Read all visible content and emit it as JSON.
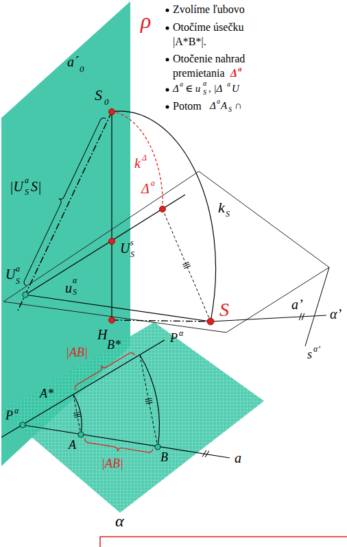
{
  "diagram": {
    "labels": [
      "Zvolíme ľubovo",
      "Otočíme úsečku",
      "|A*B*|.",
      "Otočenie nahrad",
      "premietania",
      "Δ",
      "a",
      "Δ",
      "a",
      "∈ u",
      "S",
      "α",
      ", |Δ",
      "a",
      "U",
      "Potom",
      "Δ",
      "a",
      "A",
      "S",
      "∩",
      "ρ",
      "a´",
      "0",
      "S",
      "0",
      "k",
      "Δ",
      "Δ",
      "a",
      "|U",
      "S",
      "a",
      "S|",
      "U",
      "S",
      "s",
      "k",
      "S",
      "U",
      "S",
      "a",
      "u",
      "S",
      "α",
      "S",
      "a’",
      "α’",
      "H",
      "B*",
      "P",
      "α",
      "|AB|",
      "A*",
      "P",
      "a",
      "A",
      "|AB|",
      "B",
      "a",
      "s",
      "α’",
      "α"
    ]
  }
}
